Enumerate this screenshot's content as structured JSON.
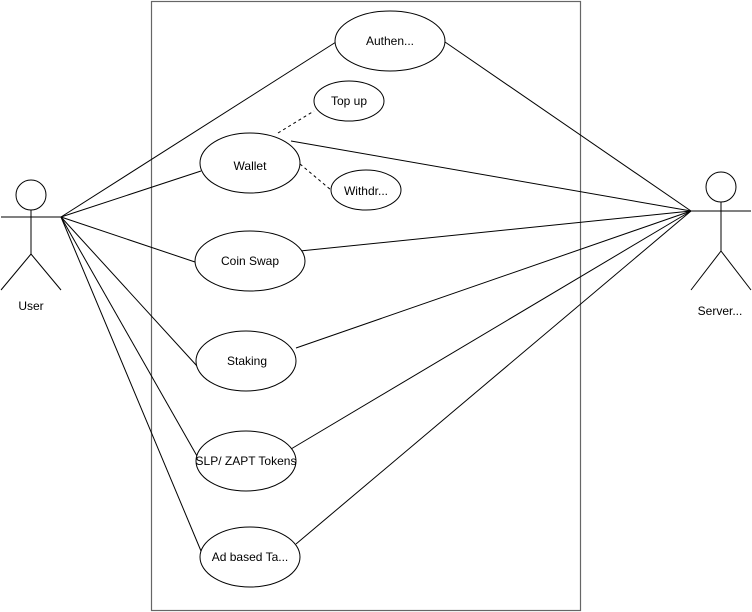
{
  "actors": {
    "user": {
      "label": "User"
    },
    "server": {
      "label": "Server..."
    }
  },
  "use_cases": {
    "authentication": "Authen...",
    "top_up": "Top up",
    "wallet": "Wallet",
    "withdraw": "Withdr...",
    "coin_swap": "Coin Swap",
    "staking": "Staking",
    "slp_zapt_tokens": "SLP/ ZAPT Tokens",
    "ad_based_tasks": "Ad based Ta..."
  },
  "colors": {
    "boundary": "#666666",
    "stroke": "#000000"
  }
}
